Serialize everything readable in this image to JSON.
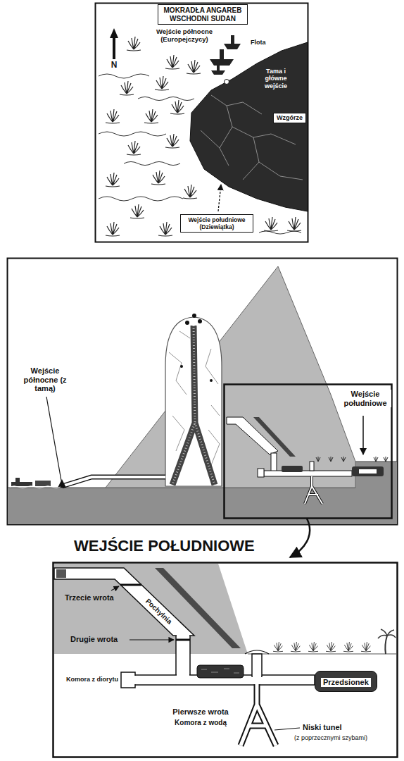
{
  "diagram": {
    "nodes": [
      {
        "text": [
          "MOKRADŁA ANGAREB WSCHODNI SUDAN"
        ]
      },
      {
        "text": [
          "Wzgórze"
        ]
      },
      {
        "text": [
          "Wejście południowe (Dziewiątka)"
        ]
      },
      {
        "text": [
          "Przedsionek"
        ]
      }
    ],
    "labels": [
      "Wejście północne (Europejczycy)",
      "N",
      "Flota",
      "Tama i główne wejście",
      "Wejście północne (z tamą)",
      "Wejście południowe",
      "WEJŚCIE POŁUDNIOWE",
      "Trzecie wrota",
      "Pochylnia",
      "Drugie wrota",
      "Komora z diorytu",
      "Pierwsze wrota",
      "Komora z wodą",
      "Niski tunel",
      "(z poprzecznymi szybami)"
    ]
  }
}
